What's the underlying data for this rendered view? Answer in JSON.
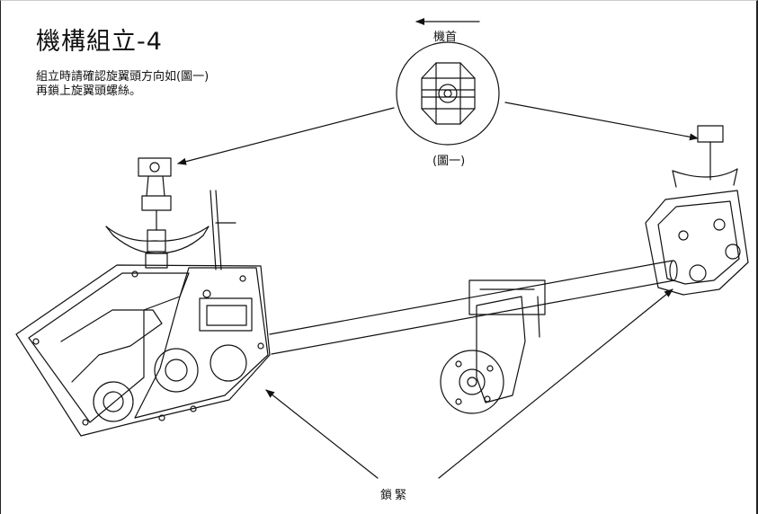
{
  "page": {
    "title": "機構組立-4",
    "instructions": [
      "組立時請確認旋翼頭方向如(圖一)",
      "再鎖上旋翼頭螺絲。"
    ]
  },
  "diagram": {
    "front_label": "機首",
    "figure_label": "(圖一)",
    "lock_label": "鎖緊"
  }
}
